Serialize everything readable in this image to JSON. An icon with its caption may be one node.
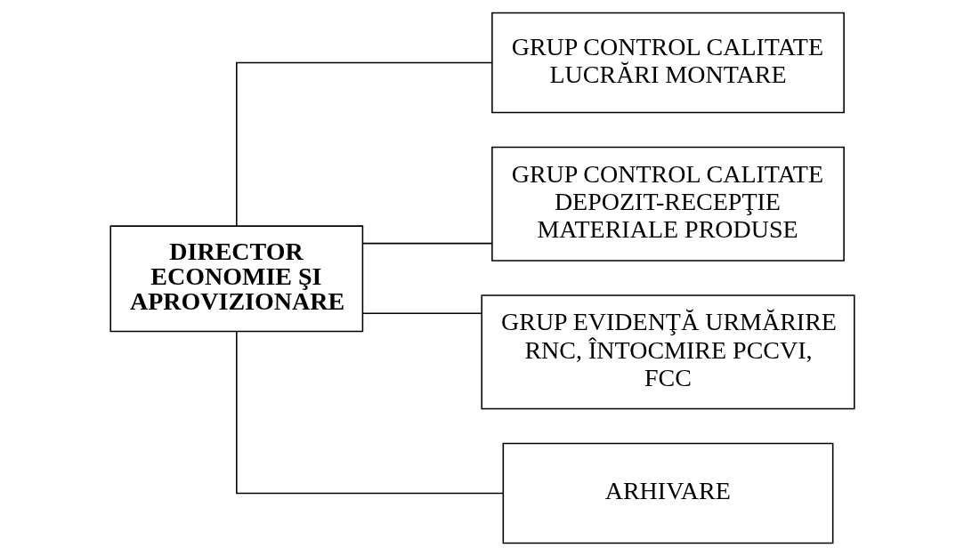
{
  "diagram": {
    "nodes": [
      {
        "text": [
          "DIRECTOR ECONOMIE ŞI APROVIZIONARE"
        ]
      },
      {
        "text": [
          "GRUP CONTROL CALITATE LUCRĂRI MONTARE"
        ]
      },
      {
        "text": [
          "GRUP CONTROL CALITATE DEPOZIT-RECEPŢIE MATERIALE PRODUSE"
        ]
      },
      {
        "text": [
          "GRUP EVIDENŢĂ URMĂRIRE RNC, ÎNTOCMIRE PCCVI, FCC"
        ]
      },
      {
        "text": [
          "ARHIVARE"
        ]
      }
    ],
    "edges": [
      {
        "from": 0,
        "to": 1,
        "arrow": "none"
      },
      {
        "from": 0,
        "to": 2,
        "arrow": "none"
      },
      {
        "from": 0,
        "to": 3,
        "arrow": "none"
      },
      {
        "from": 0,
        "to": 4,
        "arrow": "none"
      }
    ]
  }
}
